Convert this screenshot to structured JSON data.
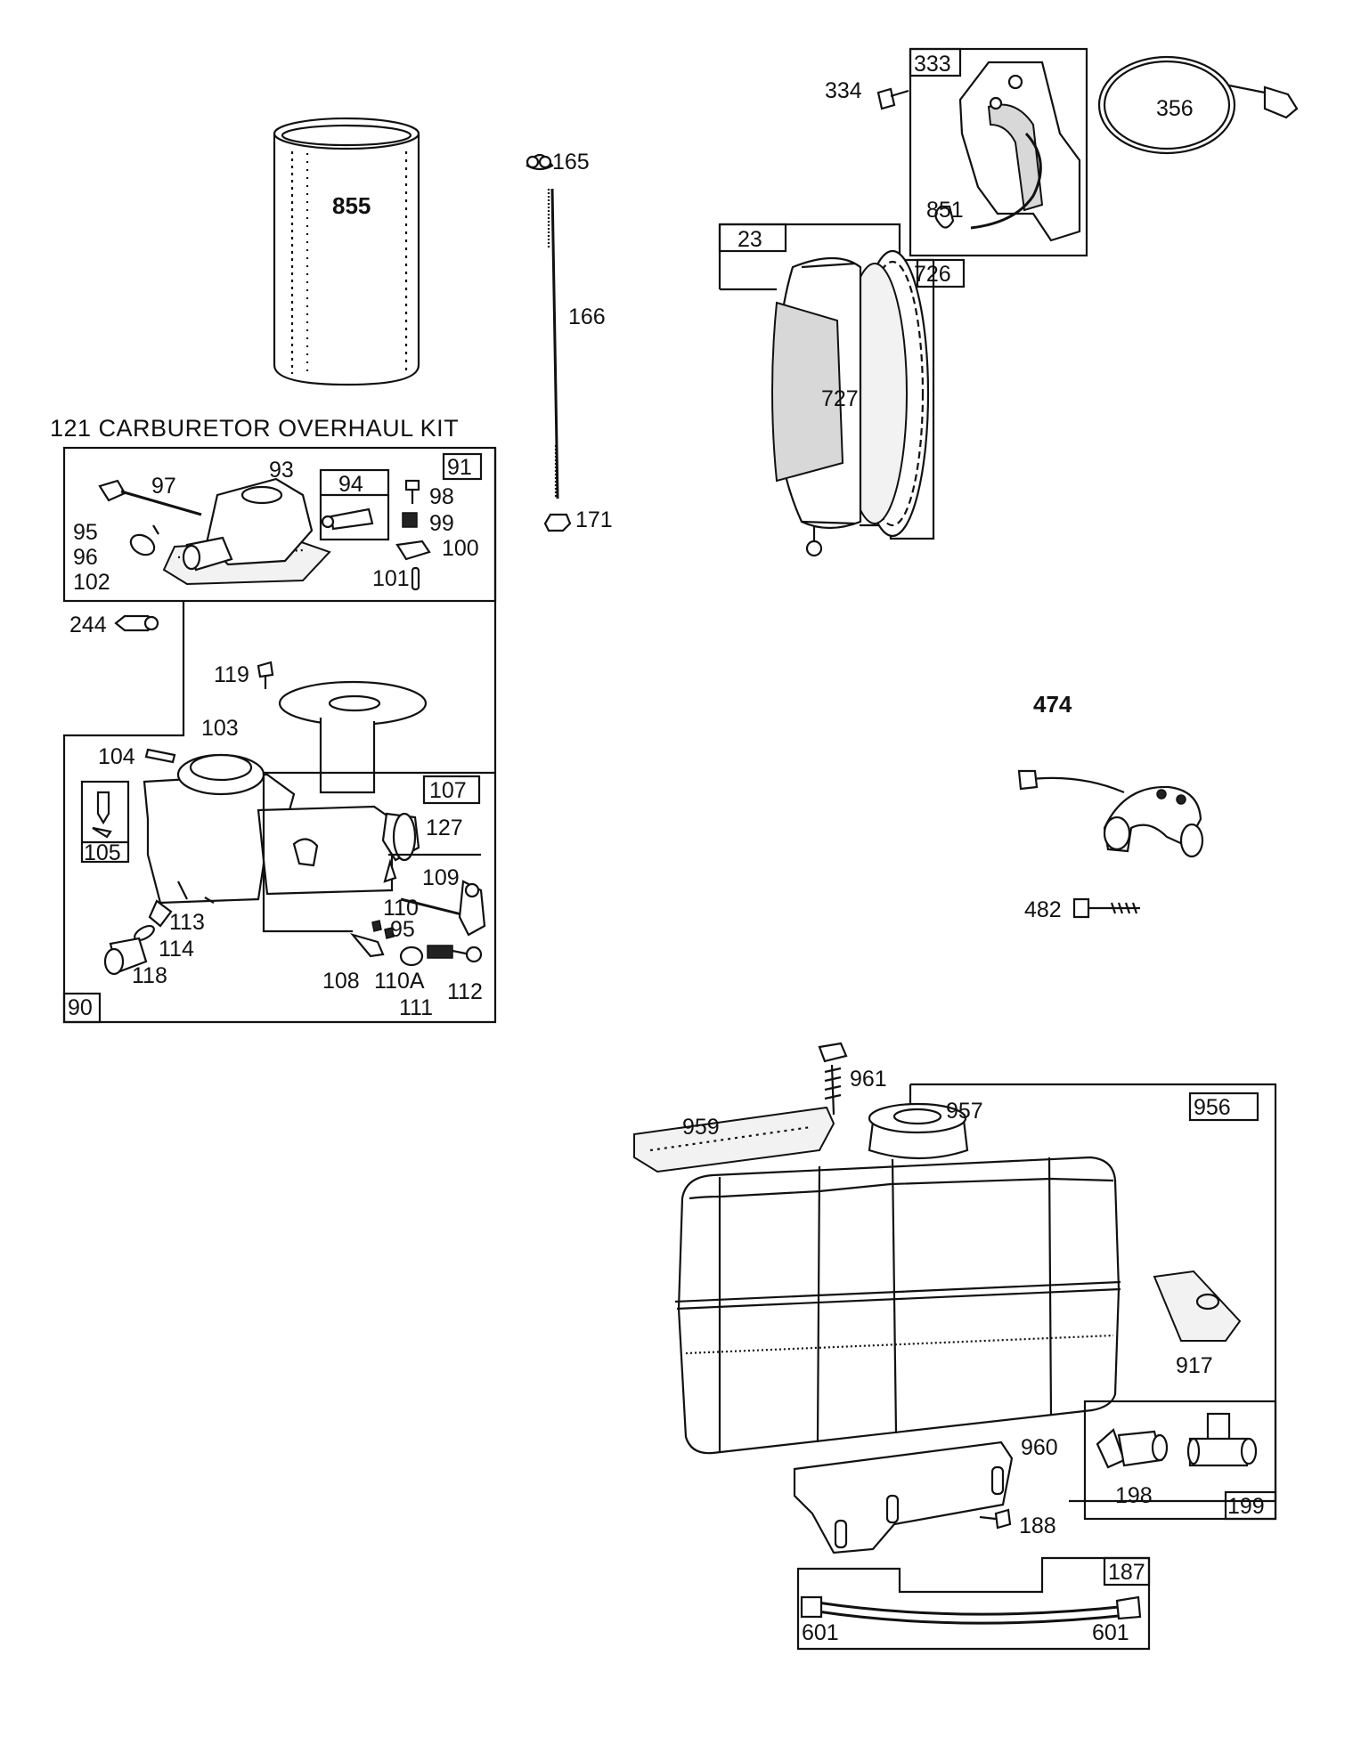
{
  "title": "121 CARBURETOR OVERHAUL KIT",
  "labels": {
    "p855": "855",
    "p165": "165",
    "p166": "166",
    "p171": "171",
    "p333": "333",
    "p334": "334",
    "p356": "356",
    "p851": "851",
    "p23": "23",
    "p726": "726",
    "p727": "727",
    "p91": "91",
    "p93": "93",
    "p94": "94",
    "p97": "97",
    "p98": "98",
    "p99": "99",
    "p95a": "95",
    "p96": "96",
    "p102": "102",
    "p100": "100",
    "p101": "101",
    "p244": "244",
    "p119": "119",
    "p103": "103",
    "p104": "104",
    "p107": "107",
    "p127": "127",
    "p105": "105",
    "p109": "109",
    "p110": "110",
    "p95b": "95",
    "p113": "113",
    "p114": "114",
    "p118": "118",
    "p108": "108",
    "p110a": "110A",
    "p112": "112",
    "p111": "111",
    "p90": "90",
    "p474": "474",
    "p482": "482",
    "p961": "961",
    "p959": "959",
    "p957": "957",
    "p956": "956",
    "p917": "917",
    "p960": "960",
    "p198": "198",
    "p199": "199",
    "p188": "188",
    "p187": "187",
    "p601a": "601",
    "p601b": "601"
  }
}
